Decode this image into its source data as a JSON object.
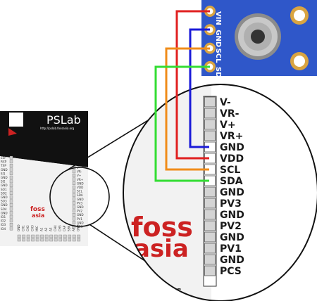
{
  "sensor": {
    "pins": [
      "VIN",
      "GND",
      "SCL",
      "SDA"
    ]
  },
  "board": {
    "title": "PSLab",
    "url": "http://pslab.fossasia.org",
    "logo_top": "foss",
    "logo_bottom": "asia",
    "left_pins": [
      "ESP",
      "RXP",
      "TXP",
      "GND",
      "SI1",
      "GND",
      "SI2",
      "GND",
      "SO1",
      "SO2",
      "GND",
      "SO3",
      "GND",
      "SO4",
      "GND",
      "ID1",
      "ID2",
      "ID3",
      "ID4"
    ],
    "right_header": [
      "V-",
      "VR-",
      "V+",
      "VR+",
      "GND",
      "VDD",
      "SCL",
      "SDA",
      "GND",
      "PV3",
      "GND",
      "PV2",
      "GND",
      "PV1",
      "GND",
      "PCS"
    ],
    "bottom_pins": [
      "GND",
      "CH1",
      "CH2",
      "CH3",
      "MIC",
      "A1",
      "A2",
      "A3",
      "CH4",
      "CH5",
      "CAP",
      "SEN",
      "AN8",
      "GND"
    ]
  },
  "zoom": {
    "labels": [
      "V-",
      "VR-",
      "V+",
      "VR+",
      "GND",
      "VDD",
      "SCL",
      "SDA",
      "GND",
      "PV3",
      "GND",
      "PV2",
      "GND",
      "PV1",
      "GND",
      "PCS"
    ]
  },
  "wires": [
    {
      "from": "VIN",
      "to": "VDD",
      "color": "#e02020"
    },
    {
      "from": "GND",
      "to": "GND",
      "color": "#1a1ad8"
    },
    {
      "from": "SCL",
      "to": "SCL",
      "color": "#f08c1a"
    },
    {
      "from": "SDA",
      "to": "SDA",
      "color": "#33dd33"
    }
  ],
  "colors": {
    "sensor_board": "#2f57c9",
    "board_dark": "#111111",
    "accent_red": "#cc2222"
  }
}
